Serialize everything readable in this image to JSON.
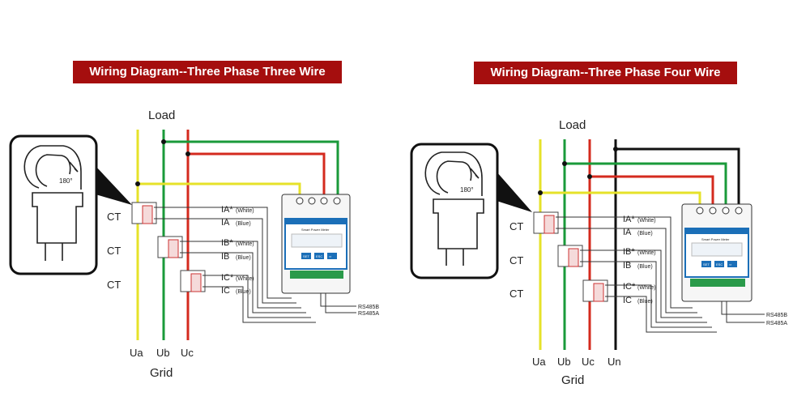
{
  "left": {
    "title": "Wiring Diagram--Three Phase Three Wire",
    "load": "Load",
    "grid": "Grid",
    "ct_labels": [
      "CT",
      "CT",
      "CT"
    ],
    "angle": "180°",
    "phases": [
      "Ua",
      "Ub",
      "Uc"
    ],
    "wires": [
      {
        "name": "IA*",
        "note": "(White)"
      },
      {
        "name": "IA",
        "note": "(Blue)"
      },
      {
        "name": "IB*",
        "note": "(White)"
      },
      {
        "name": "IB",
        "note": "(Blue)"
      },
      {
        "name": "IC*",
        "note": "(White)"
      },
      {
        "name": "IC",
        "note": "(Blue)"
      }
    ],
    "rs485": [
      "RS485B",
      "RS485A"
    ],
    "meter_label": "Smart Power Meter",
    "meter_buttons": [
      "SET",
      "ESC",
      "⇨"
    ]
  },
  "right": {
    "title": "Wiring Diagram--Three Phase Four Wire",
    "load": "Load",
    "grid": "Grid",
    "ct_labels": [
      "CT",
      "CT",
      "CT"
    ],
    "angle": "180°",
    "phases": [
      "Ua",
      "Ub",
      "Uc",
      "Un"
    ],
    "wires": [
      {
        "name": "IA*",
        "note": "(White)"
      },
      {
        "name": "IA",
        "note": "(Blue)"
      },
      {
        "name": "IB*",
        "note": "(White)"
      },
      {
        "name": "IB",
        "note": "(Blue)"
      },
      {
        "name": "IC*",
        "note": "(White)"
      },
      {
        "name": "IC",
        "note": "(Blue)"
      }
    ],
    "rs485": [
      "RS485B",
      "RS485A"
    ],
    "meter_label": "Smart Power Meter",
    "meter_buttons": [
      "SET",
      "ESC",
      "⇨"
    ]
  },
  "colors": {
    "banner": "#a50e0e",
    "phase_a": "#e6e229",
    "phase_b": "#1a9a3a",
    "phase_c": "#d42a1e",
    "neutral": "#111111",
    "meter_blue": "#1b6fb8"
  }
}
